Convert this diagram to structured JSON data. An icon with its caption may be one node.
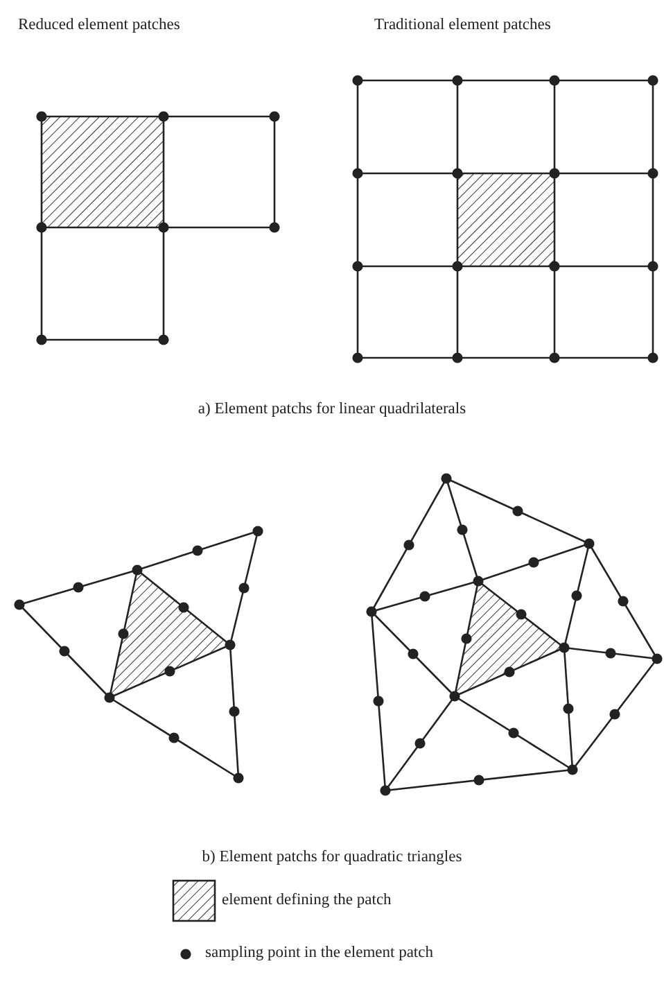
{
  "diagram": {
    "labels": [
      "Reduced element patches",
      "Traditional element patches",
      "a) Element patchs for linear quadrilaterals",
      "b) Element patchs for quadratic triangles"
    ],
    "legend": [
      {
        "text": "element defining the patch"
      },
      {
        "text": "sampling point in the element patch"
      }
    ]
  }
}
